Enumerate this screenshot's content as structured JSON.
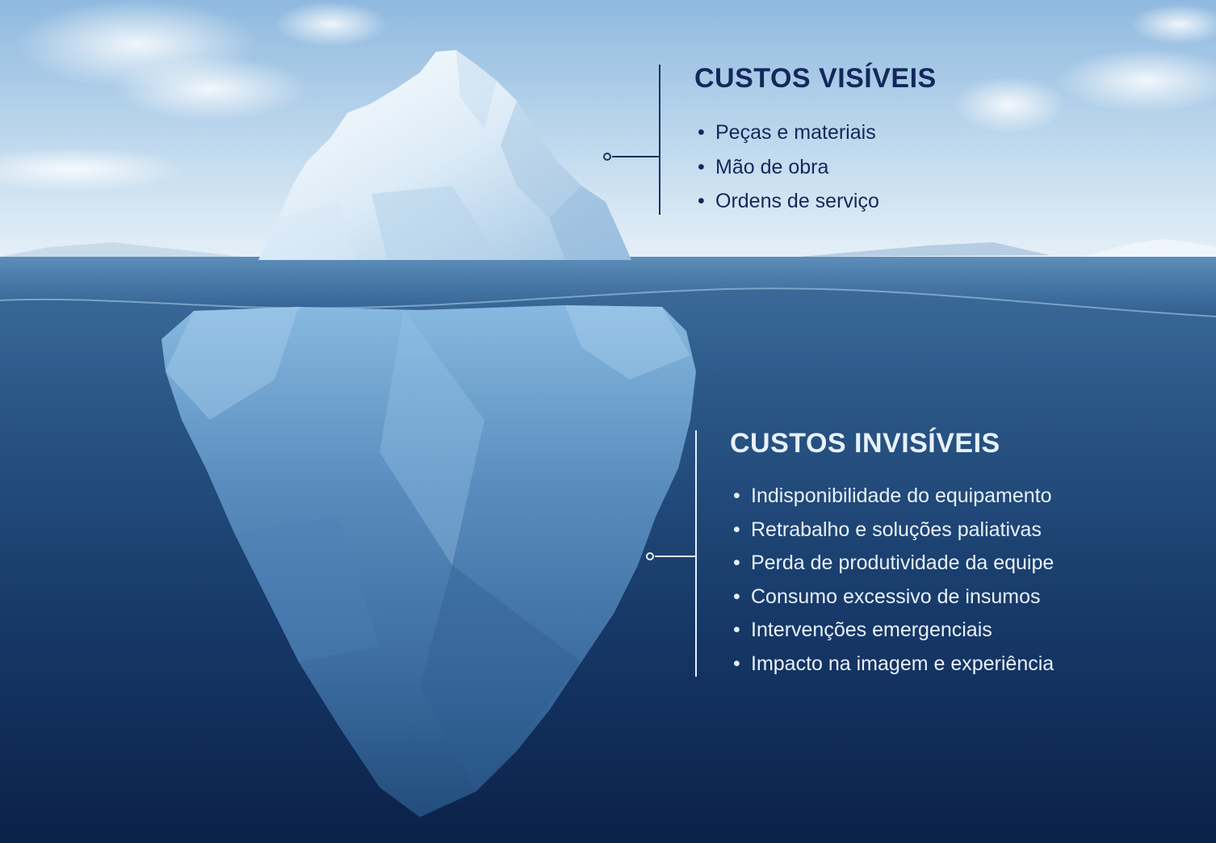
{
  "colors": {
    "sky_top": "#9ec3e4",
    "sky_horizon": "#e6f0f8",
    "water_surface": "#4f80ae",
    "water_deep": "#0d2650",
    "ice_light": "#f3f9fe",
    "ice_shadow": "#8fb8da",
    "ice_underwater": "#6fa4d2",
    "visible_text": "#13285a",
    "invisible_text": "#e8f1fb"
  },
  "visible": {
    "title": "CUSTOS VISÍVEIS",
    "items": [
      "Peças e materiais",
      "Mão de obra",
      "Ordens de serviço"
    ]
  },
  "invisible": {
    "title": "CUSTOS INVISÍVEIS",
    "items": [
      "Indisponibilidade do equipamento",
      "Retrabalho e soluções paliativas",
      "Perda de produtividade da equipe",
      "Consumo excessivo de insumos",
      "Intervenções emergenciais",
      "Impacto na imagem e experiência"
    ]
  }
}
